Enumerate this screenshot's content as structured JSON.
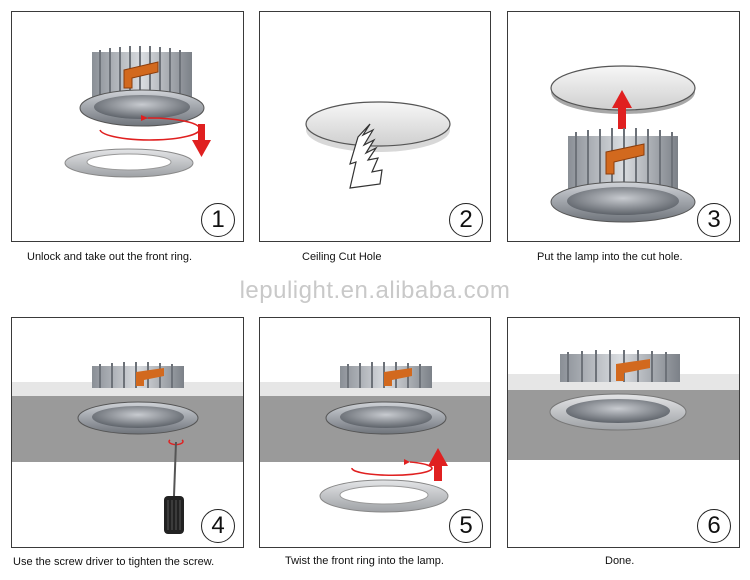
{
  "steps": [
    {
      "number": "1",
      "caption": "Unlock  and take out the front ring."
    },
    {
      "number": "2",
      "caption": "Ceiling Cut Hole"
    },
    {
      "number": "3",
      "caption": "Put the lamp into the cut hole."
    },
    {
      "number": "4",
      "caption": "Use the screw driver to tighten the screw."
    },
    {
      "number": "5",
      "caption": "Twist the front ring into the lamp."
    },
    {
      "number": "6",
      "caption": "Done."
    }
  ],
  "watermark": "lepulight.en.alibaba.com",
  "colors": {
    "arrow": "#e02020",
    "bracket": "#d2691e",
    "ceiling": "#9a9a9a"
  }
}
